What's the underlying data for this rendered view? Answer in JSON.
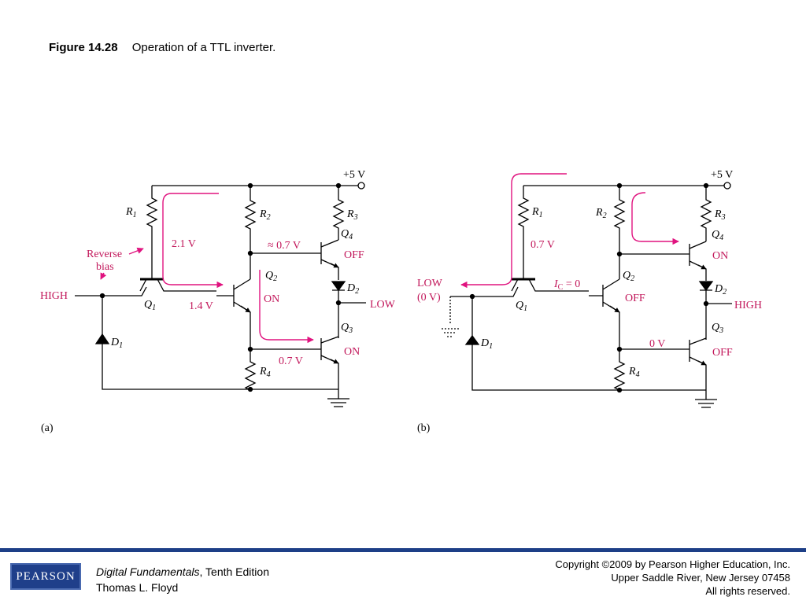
{
  "figure": {
    "number": "Figure 14.28",
    "caption": "Operation of a TTL inverter."
  },
  "panel_a": {
    "tag": "(a)",
    "supply": "+5 V",
    "input_label": "HIGH",
    "output_label": "LOW",
    "reverse_bias_label": [
      "Reverse",
      "bias"
    ],
    "r1": "R",
    "r1_sub": "1",
    "r2": "R",
    "r2_sub": "2",
    "r3": "R",
    "r3_sub": "3",
    "r4": "R",
    "r4_sub": "4",
    "q1": "Q",
    "q1_sub": "1",
    "q2": "Q",
    "q2_sub": "2",
    "q3": "Q",
    "q3_sub": "3",
    "q4": "Q",
    "q4_sub": "4",
    "d1": "D",
    "d1_sub": "1",
    "d2": "D",
    "d2_sub": "2",
    "v_base_q1": "2.1 V",
    "v_base_q2": "1.4 V",
    "v_q4_base": "≈ 0.7 V",
    "v_q3_base": "0.7 V",
    "q4_state": "OFF",
    "q2_state": "ON",
    "q3_state": "ON"
  },
  "panel_b": {
    "tag": "(b)",
    "supply": "+5 V",
    "input_label": [
      "LOW",
      "(0 V)"
    ],
    "output_label": "HIGH",
    "r1": "R",
    "r1_sub": "1",
    "r2": "R",
    "r2_sub": "2",
    "r3": "R",
    "r3_sub": "3",
    "r4": "R",
    "r4_sub": "4",
    "q1": "Q",
    "q1_sub": "1",
    "q2": "Q",
    "q2_sub": "2",
    "q3": "Q",
    "q3_sub": "3",
    "q4": "Q",
    "q4_sub": "4",
    "d1": "D",
    "d1_sub": "1",
    "d2": "D",
    "d2_sub": "2",
    "v_q1_base": "0.7 V",
    "ic": "I",
    "ic_sub": "C",
    "ic_value": " = 0",
    "v_q3_base": "0 V",
    "q4_state": "ON",
    "q2_state": "OFF",
    "q3_state": "OFF"
  },
  "footer": {
    "logo": "PEARSON",
    "book_title": "Digital Fundamentals",
    "edition": ", Tenth Edition",
    "author": "Thomas L. Floyd",
    "copyright_1": "Copyright ©2009 by Pearson Higher Education, Inc.",
    "copyright_2": "Upper Saddle River, New Jersey 07458",
    "copyright_3": "All rights reserved."
  },
  "colors": {
    "wire": "#000000",
    "current_arrow": "#e0137f",
    "annotation": "#c2185b",
    "footer_bar": "#1d3f87"
  }
}
